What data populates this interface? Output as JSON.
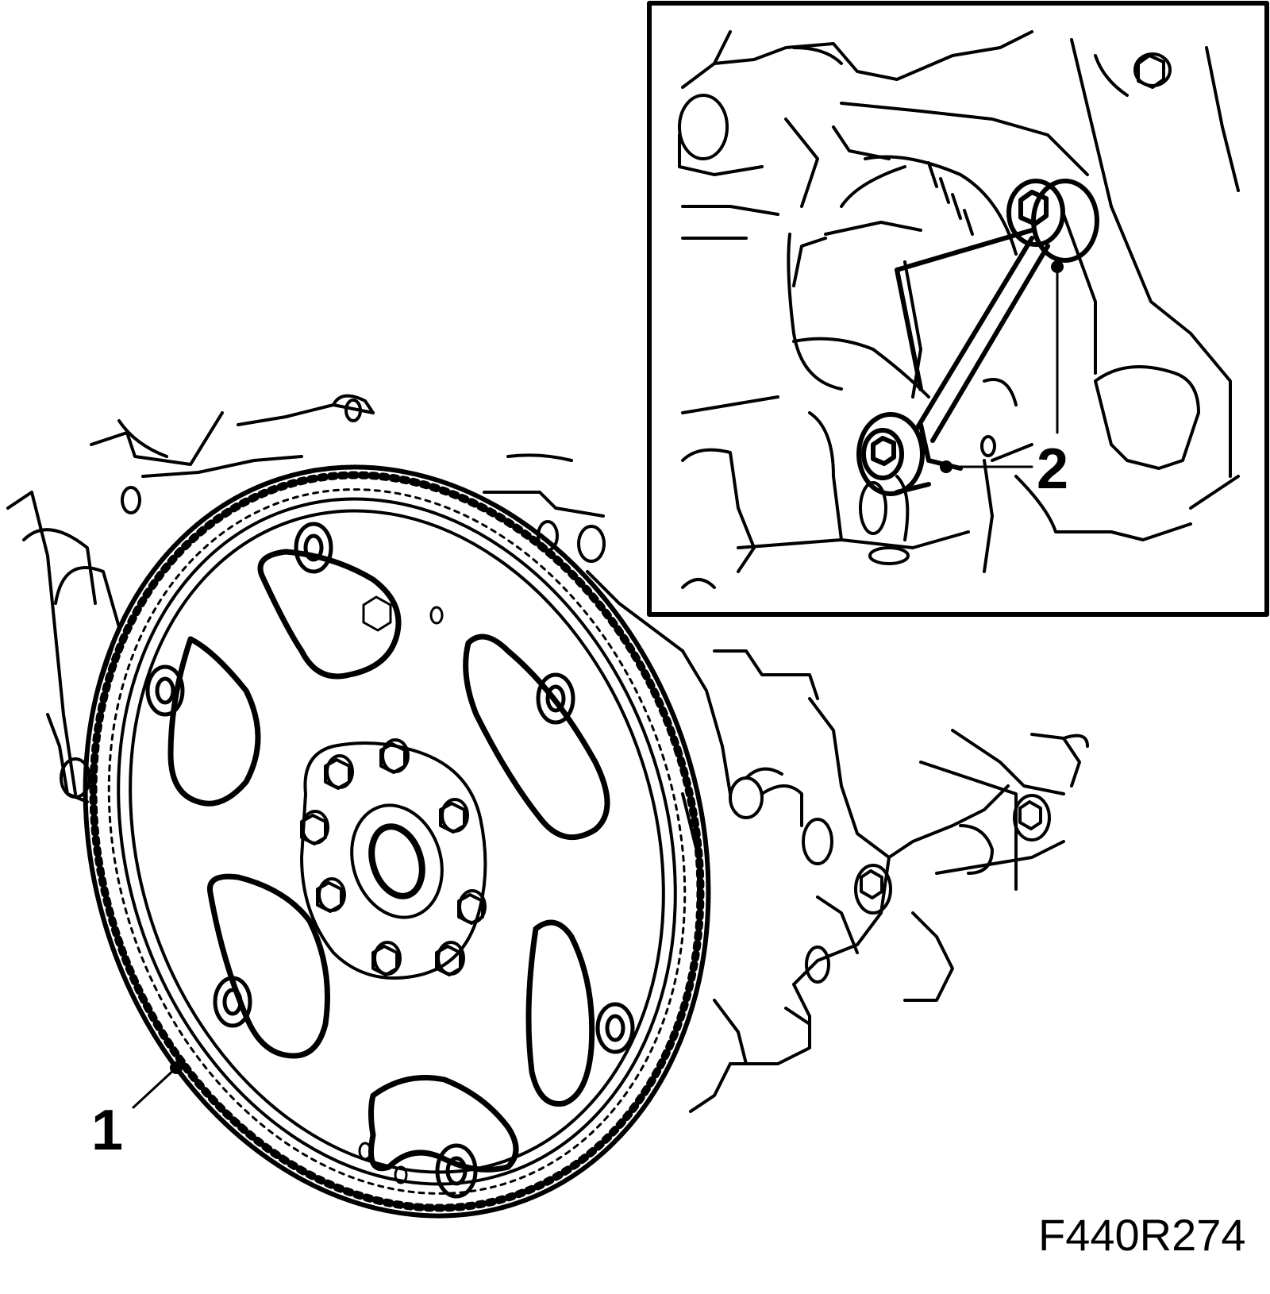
{
  "callouts": {
    "one": "1",
    "two": "2"
  },
  "figure_code": "F440R274",
  "colors": {
    "line": "#000000",
    "background": "#ffffff"
  }
}
